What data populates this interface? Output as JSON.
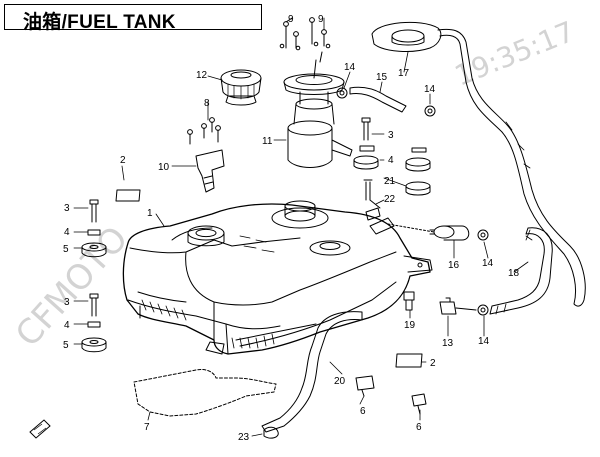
{
  "title": "油箱/FUEL TANK",
  "watermarks": [
    "CFMOTO",
    "19:35:17"
  ],
  "callouts": [
    "1",
    "2",
    "3",
    "4",
    "5",
    "6",
    "7",
    "8",
    "9",
    "11",
    "12",
    "13",
    "14",
    "15",
    "16",
    "17",
    "18",
    "19",
    "20",
    "21",
    "22",
    "23"
  ],
  "callout_10": "10",
  "colors": {
    "ink": "#000000",
    "watermark": "#d3d3d3",
    "background": "#ffffff"
  }
}
